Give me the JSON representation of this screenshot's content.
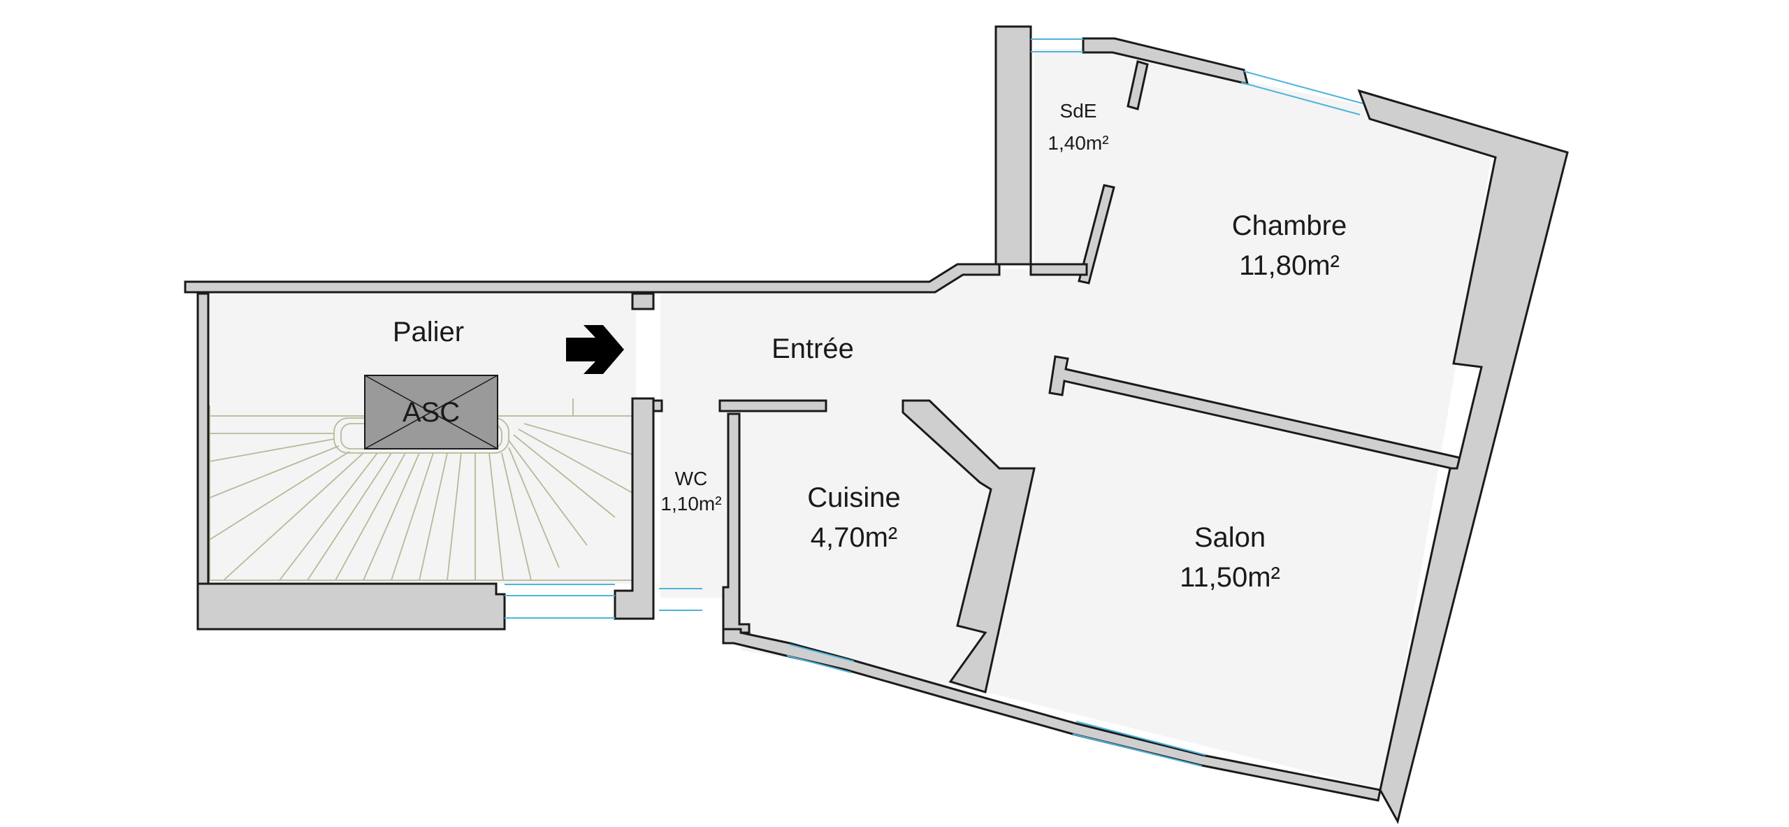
{
  "rooms": {
    "palier": {
      "name": "Palier",
      "area": ""
    },
    "entree": {
      "name": "Entrée",
      "area": ""
    },
    "sde": {
      "name": "SdE",
      "area": "1,40m²"
    },
    "chambre": {
      "name": "Chambre",
      "area": "11,80m²"
    },
    "wc": {
      "name": "WC",
      "area": "1,10m²"
    },
    "cuisine": {
      "name": "Cuisine",
      "area": "4,70m²"
    },
    "salon": {
      "name": "Salon",
      "area": "11,50m²"
    }
  },
  "elevator": {
    "label": "ASC"
  },
  "icons": {
    "entry_arrow": "arrow-right-icon"
  },
  "colors": {
    "wall": "#cfcfcf",
    "floor": "#f4f4f4",
    "window": "#4fb3d9",
    "outline": "#1a1a1a"
  }
}
